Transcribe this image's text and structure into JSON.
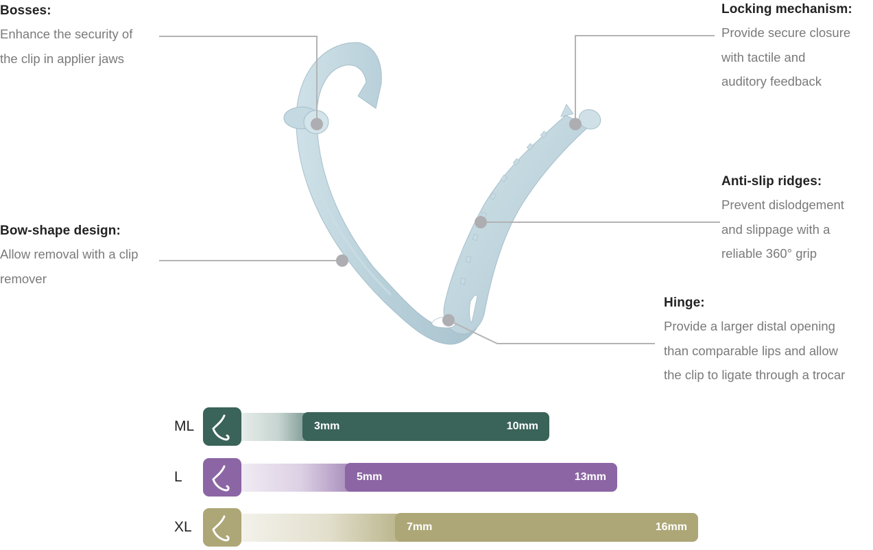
{
  "callouts": {
    "bosses": {
      "title": "Bosses:",
      "lines": [
        "Enhance the security of",
        "the clip in applier jaws"
      ]
    },
    "locking": {
      "title": "Locking mechanism:",
      "lines": [
        "Provide secure closure",
        "with tactile and",
        "auditory feedback"
      ]
    },
    "bow": {
      "title": "Bow-shape design:",
      "lines": [
        "Allow removal with a clip",
        "remover"
      ]
    },
    "antislip": {
      "title": "Anti-slip ridges:",
      "lines": [
        "Prevent dislodgement",
        "and slippage with a",
        "reliable 360° grip"
      ]
    },
    "hinge": {
      "title": "Hinge:",
      "lines": [
        "Provide a larger distal opening",
        "than comparable lips and allow",
        "the clip to ligate through a trocar"
      ]
    }
  },
  "sizes": [
    {
      "label": "ML",
      "min": "3mm",
      "max": "10mm",
      "color": "#3a6359",
      "icon": "clip-icon"
    },
    {
      "label": "L",
      "min": "5mm",
      "max": "13mm",
      "color": "#8c66a4",
      "icon": "clip-icon"
    },
    {
      "label": "XL",
      "min": "7mm",
      "max": "16mm",
      "color": "#ada676",
      "icon": "clip-icon"
    }
  ],
  "colors": {
    "clip_body": "#bcd3dc",
    "leader_line": "#b3b3b3",
    "marker_dot": "#aeaeb2",
    "title_text": "#222222",
    "desc_text": "#7a7a7a"
  }
}
